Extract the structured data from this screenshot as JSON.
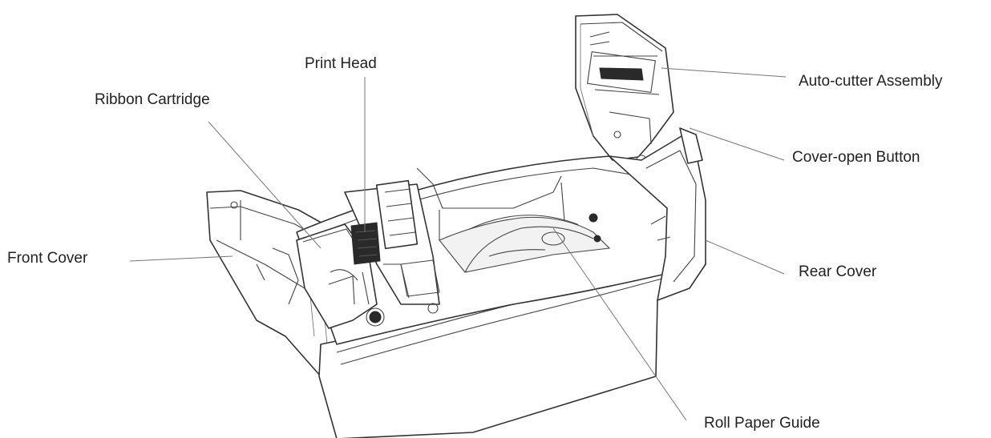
{
  "labels": {
    "print_head": "Print Head",
    "ribbon_cartridge": "Ribbon Cartridge",
    "front_cover": "Front Cover",
    "auto_cutter": "Auto-cutter Assembly",
    "cover_open_button": "Cover-open Button",
    "rear_cover": "Rear Cover",
    "roll_paper_guide": "Roll Paper Guide"
  },
  "colors": {
    "line": "#333333",
    "leader": "#777777",
    "text": "#222222"
  }
}
